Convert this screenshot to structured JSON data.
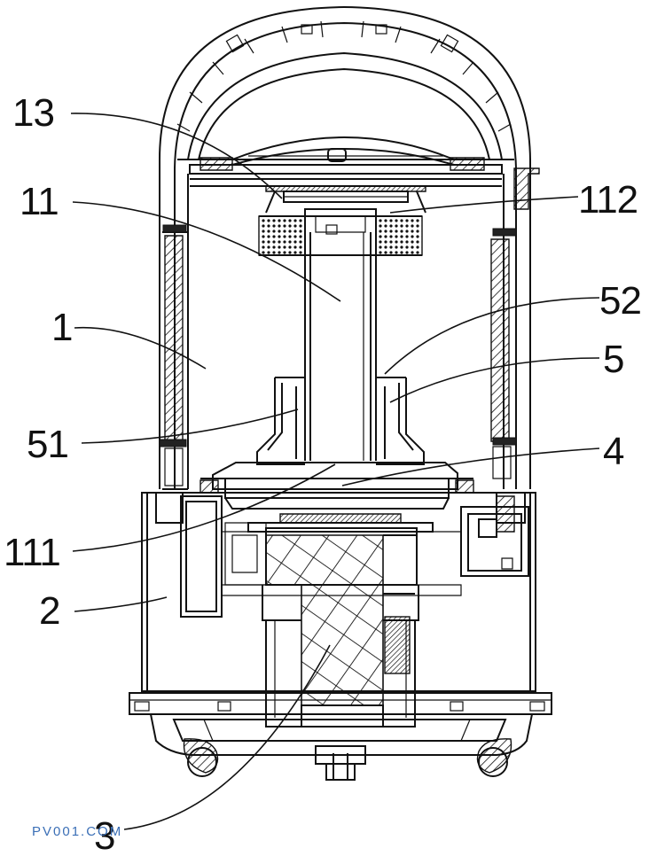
{
  "figure": {
    "callouts": [
      {
        "id": "13",
        "label": "13"
      },
      {
        "id": "11",
        "label": "11"
      },
      {
        "id": "1",
        "label": "1"
      },
      {
        "id": "51",
        "label": "51"
      },
      {
        "id": "111",
        "label": "111"
      },
      {
        "id": "2",
        "label": "2"
      },
      {
        "id": "3",
        "label": "3"
      },
      {
        "id": "112",
        "label": "112"
      },
      {
        "id": "52",
        "label": "52"
      },
      {
        "id": "5",
        "label": "5"
      },
      {
        "id": "4",
        "label": "4"
      }
    ]
  },
  "watermark": {
    "text": "PV001.COM"
  }
}
